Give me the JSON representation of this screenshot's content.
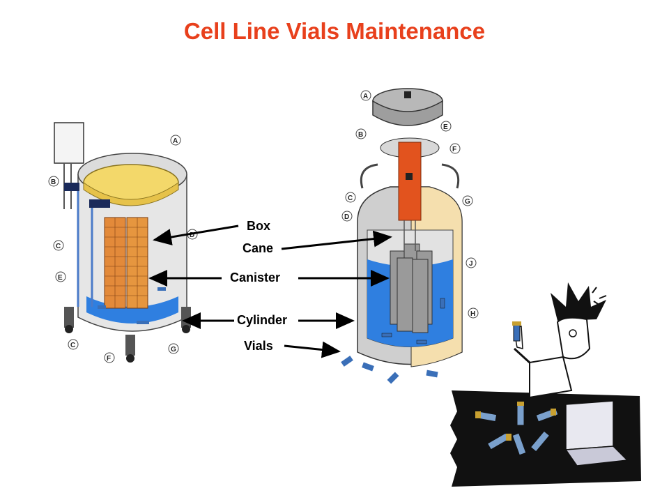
{
  "title": "Cell Line Vials Maintenance",
  "colors": {
    "title": "#e8401c",
    "liquid": "#2f7fe0",
    "lid": "#f3d86a",
    "box": "#e38a3a",
    "cane": "#e2531e",
    "insulation": "#f5dfae"
  },
  "labels": {
    "box": "Box",
    "cane": "Cane",
    "canister": "Canister",
    "cylinder": "Cylinder",
    "vials": "Vials"
  },
  "left_parts": [
    "A",
    "B",
    "C",
    "D",
    "E",
    "C",
    "F",
    "G"
  ],
  "right_parts": [
    "A",
    "E",
    "B",
    "F",
    "C",
    "D",
    "G",
    "J",
    "H"
  ],
  "icons": [
    "left-dewar-icon",
    "right-dewar-icon",
    "scientist-cartoon-icon"
  ]
}
